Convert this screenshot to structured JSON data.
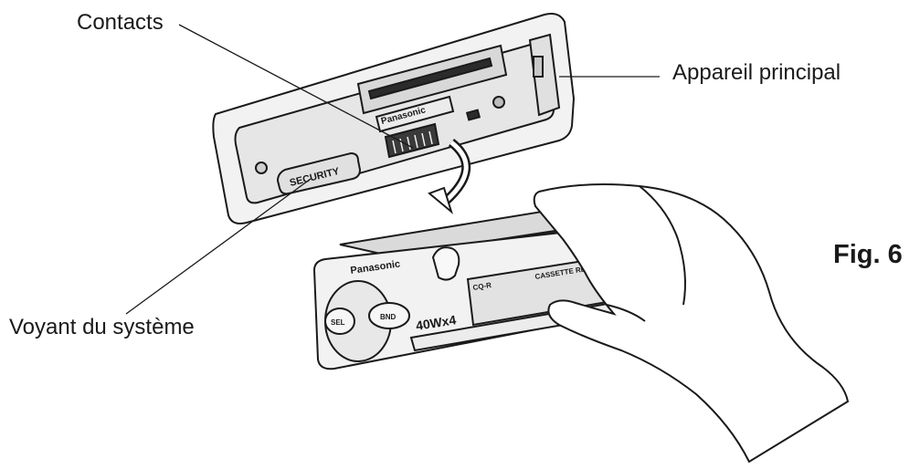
{
  "labels": {
    "contacts": "Contacts",
    "appareil": "Appareil principal",
    "voyant": "Voyant du système",
    "figure": "Fig. 6"
  },
  "device": {
    "brand": "Panasonic",
    "security": "SECURITY",
    "power_rating": "40Wx4",
    "display_label": "CQ-R",
    "display_mode": "CASSETTE RECEIVER",
    "buttons": {
      "sel": "SEL",
      "bnd": "BND"
    }
  },
  "colors": {
    "line": "#1a1a1a",
    "unit_fill": "#f2f2f2",
    "panel_fill": "#e9e9e9",
    "recess_fill": "#d8d8d8",
    "dark": "#2b2b2b",
    "background": "#ffffff"
  }
}
